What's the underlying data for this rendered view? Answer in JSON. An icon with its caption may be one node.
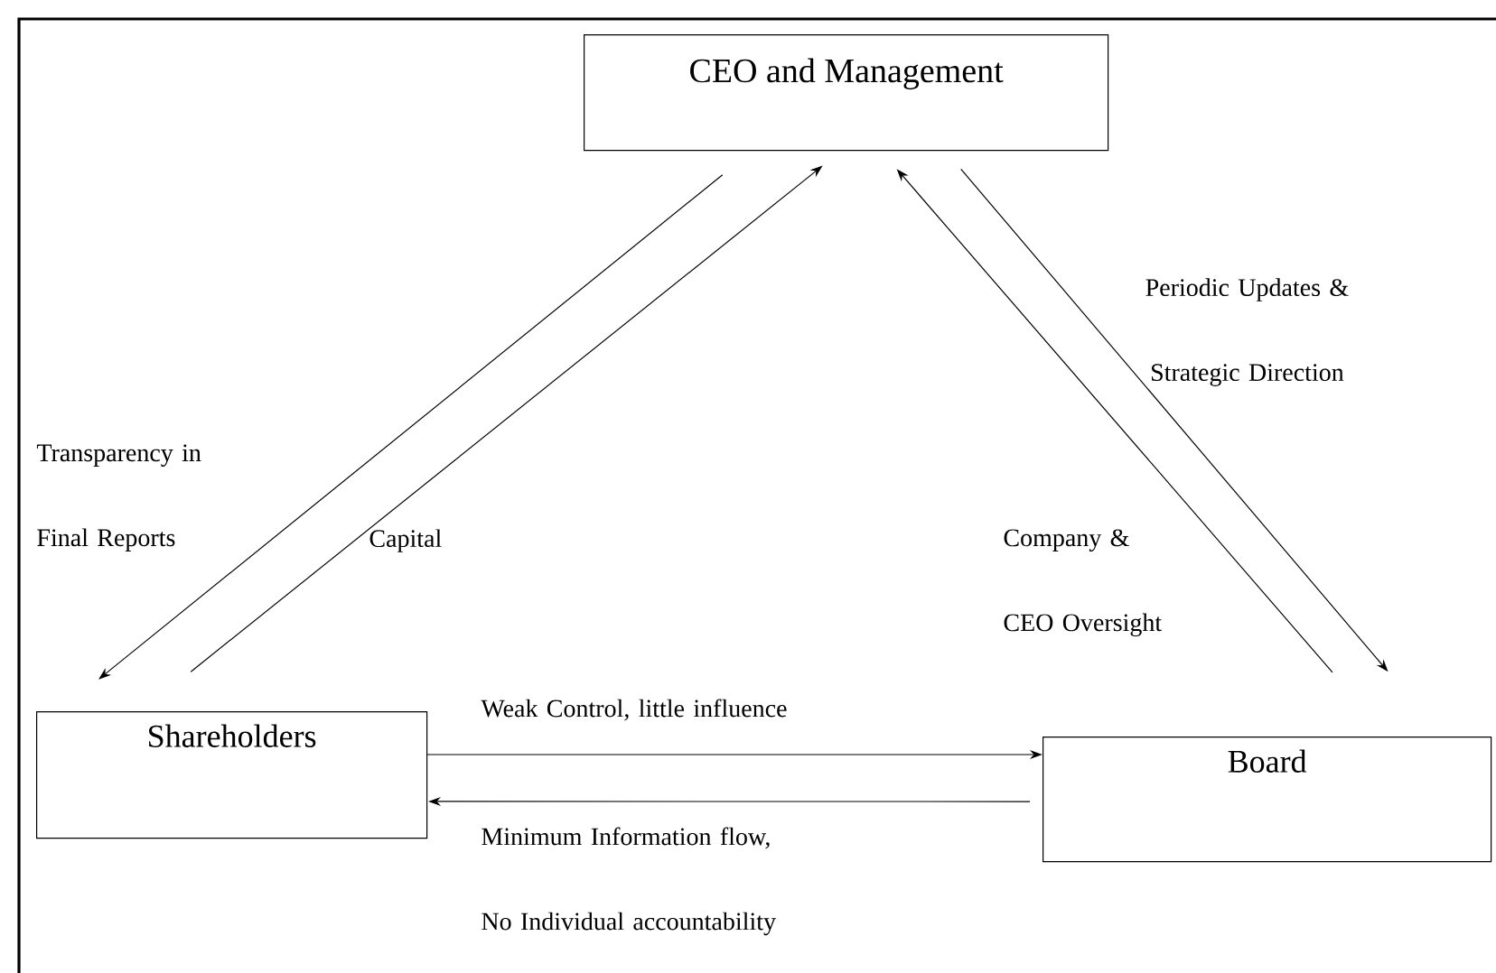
{
  "diagram": {
    "nodes": [
      {
        "text": [
          "CEO and Management"
        ]
      },
      {
        "text": [
          "Shareholders"
        ]
      },
      {
        "text": [
          "Board"
        ]
      }
    ],
    "edges": [
      {
        "from": 0,
        "to": 1,
        "arrow": "to",
        "label": "Transparency in Final Reports"
      },
      {
        "from": 1,
        "to": 0,
        "arrow": "to",
        "label": "Capital"
      },
      {
        "from": 2,
        "to": 0,
        "arrow": "to",
        "label": "Company & CEO Oversight"
      },
      {
        "from": 0,
        "to": 2,
        "arrow": "to",
        "label": "Periodic Updates & Strategic Direction"
      },
      {
        "from": 1,
        "to": 2,
        "arrow": "to",
        "label": "Weak Control, little influence"
      },
      {
        "from": 2,
        "to": 1,
        "arrow": "to",
        "label": "Minimum Information flow, No Individual accountability"
      }
    ]
  }
}
